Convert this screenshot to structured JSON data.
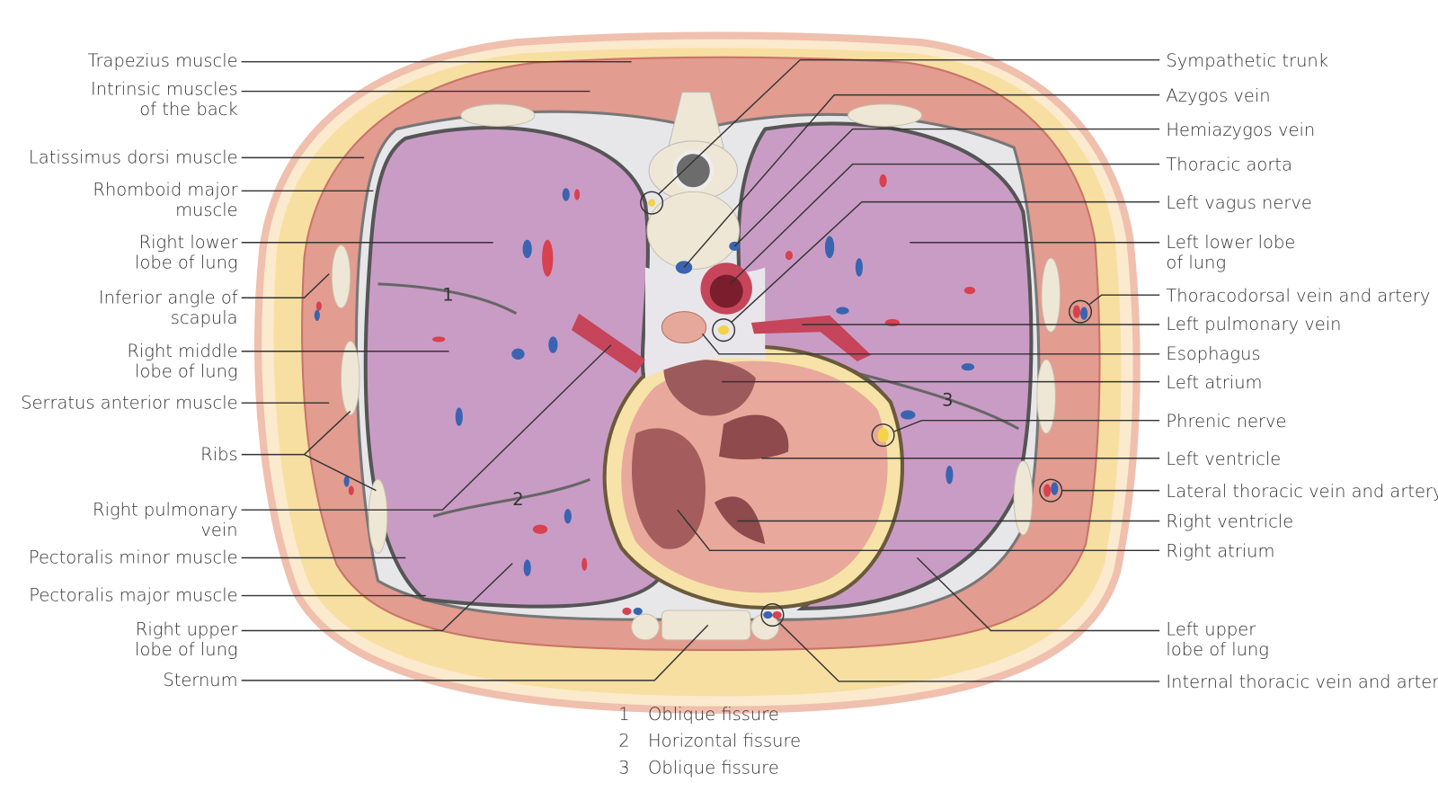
{
  "left_labels": [
    {
      "lines": [
        "Trapezius muscle"
      ]
    },
    {
      "lines": [
        "Intrinsic muscles",
        "of the back"
      ]
    },
    {
      "lines": [
        "Latissimus dorsi muscle"
      ]
    },
    {
      "lines": [
        "Rhomboid major",
        "muscle"
      ]
    },
    {
      "lines": [
        "Right lower",
        "lobe of lung"
      ]
    },
    {
      "lines": [
        "Inferior angle of",
        "scapula"
      ]
    },
    {
      "lines": [
        "Right middle",
        "lobe of lung"
      ]
    },
    {
      "lines": [
        "Serratus anterior muscle"
      ]
    },
    {
      "lines": [
        "Ribs"
      ]
    },
    {
      "lines": [
        "Right pulmonary",
        "vein"
      ]
    },
    {
      "lines": [
        "Pectoralis minor muscle"
      ]
    },
    {
      "lines": [
        "Pectoralis major muscle"
      ]
    },
    {
      "lines": [
        "Right upper",
        "lobe of lung"
      ]
    },
    {
      "lines": [
        "Sternum"
      ]
    }
  ],
  "right_labels": [
    {
      "lines": [
        "Sympathetic trunk"
      ]
    },
    {
      "lines": [
        "Azygos vein"
      ]
    },
    {
      "lines": [
        "Hemiazygos vein"
      ]
    },
    {
      "lines": [
        "Thoracic aorta"
      ]
    },
    {
      "lines": [
        "Left vagus nerve"
      ]
    },
    {
      "lines": [
        "Left lower lobe",
        "of lung"
      ]
    },
    {
      "lines": [
        "Thoracodorsal vein and artery"
      ]
    },
    {
      "lines": [
        "Left pulmonary vein"
      ]
    },
    {
      "lines": [
        "Esophagus"
      ]
    },
    {
      "lines": [
        "Left atrium"
      ]
    },
    {
      "lines": [
        "Phrenic nerve"
      ]
    },
    {
      "lines": [
        "Left ventricle"
      ]
    },
    {
      "lines": [
        "Lateral thoracic vein and artery"
      ]
    },
    {
      "lines": [
        "Right ventricle"
      ]
    },
    {
      "lines": [
        "Right atrium"
      ]
    },
    {
      "lines": [
        "Left upper",
        "lobe of lung"
      ]
    },
    {
      "lines": [
        "Internal thoracic vein and artery"
      ]
    }
  ],
  "fissure_markers": [
    "1",
    "2",
    "3"
  ],
  "legend": [
    {
      "num": "1",
      "text": "Oblique fissure"
    },
    {
      "num": "2",
      "text": "Horizontal fissure"
    },
    {
      "num": "3",
      "text": "Oblique fissure"
    }
  ],
  "colors": {
    "skin": "#f3c4b4",
    "fat": "#f7e0a6",
    "muscle": "#e09a8e",
    "lung": "#c99cc5",
    "heart": "#e8a99c",
    "bone": "#efe7d5",
    "artery": "#d8414f",
    "vein": "#3a64b0"
  }
}
